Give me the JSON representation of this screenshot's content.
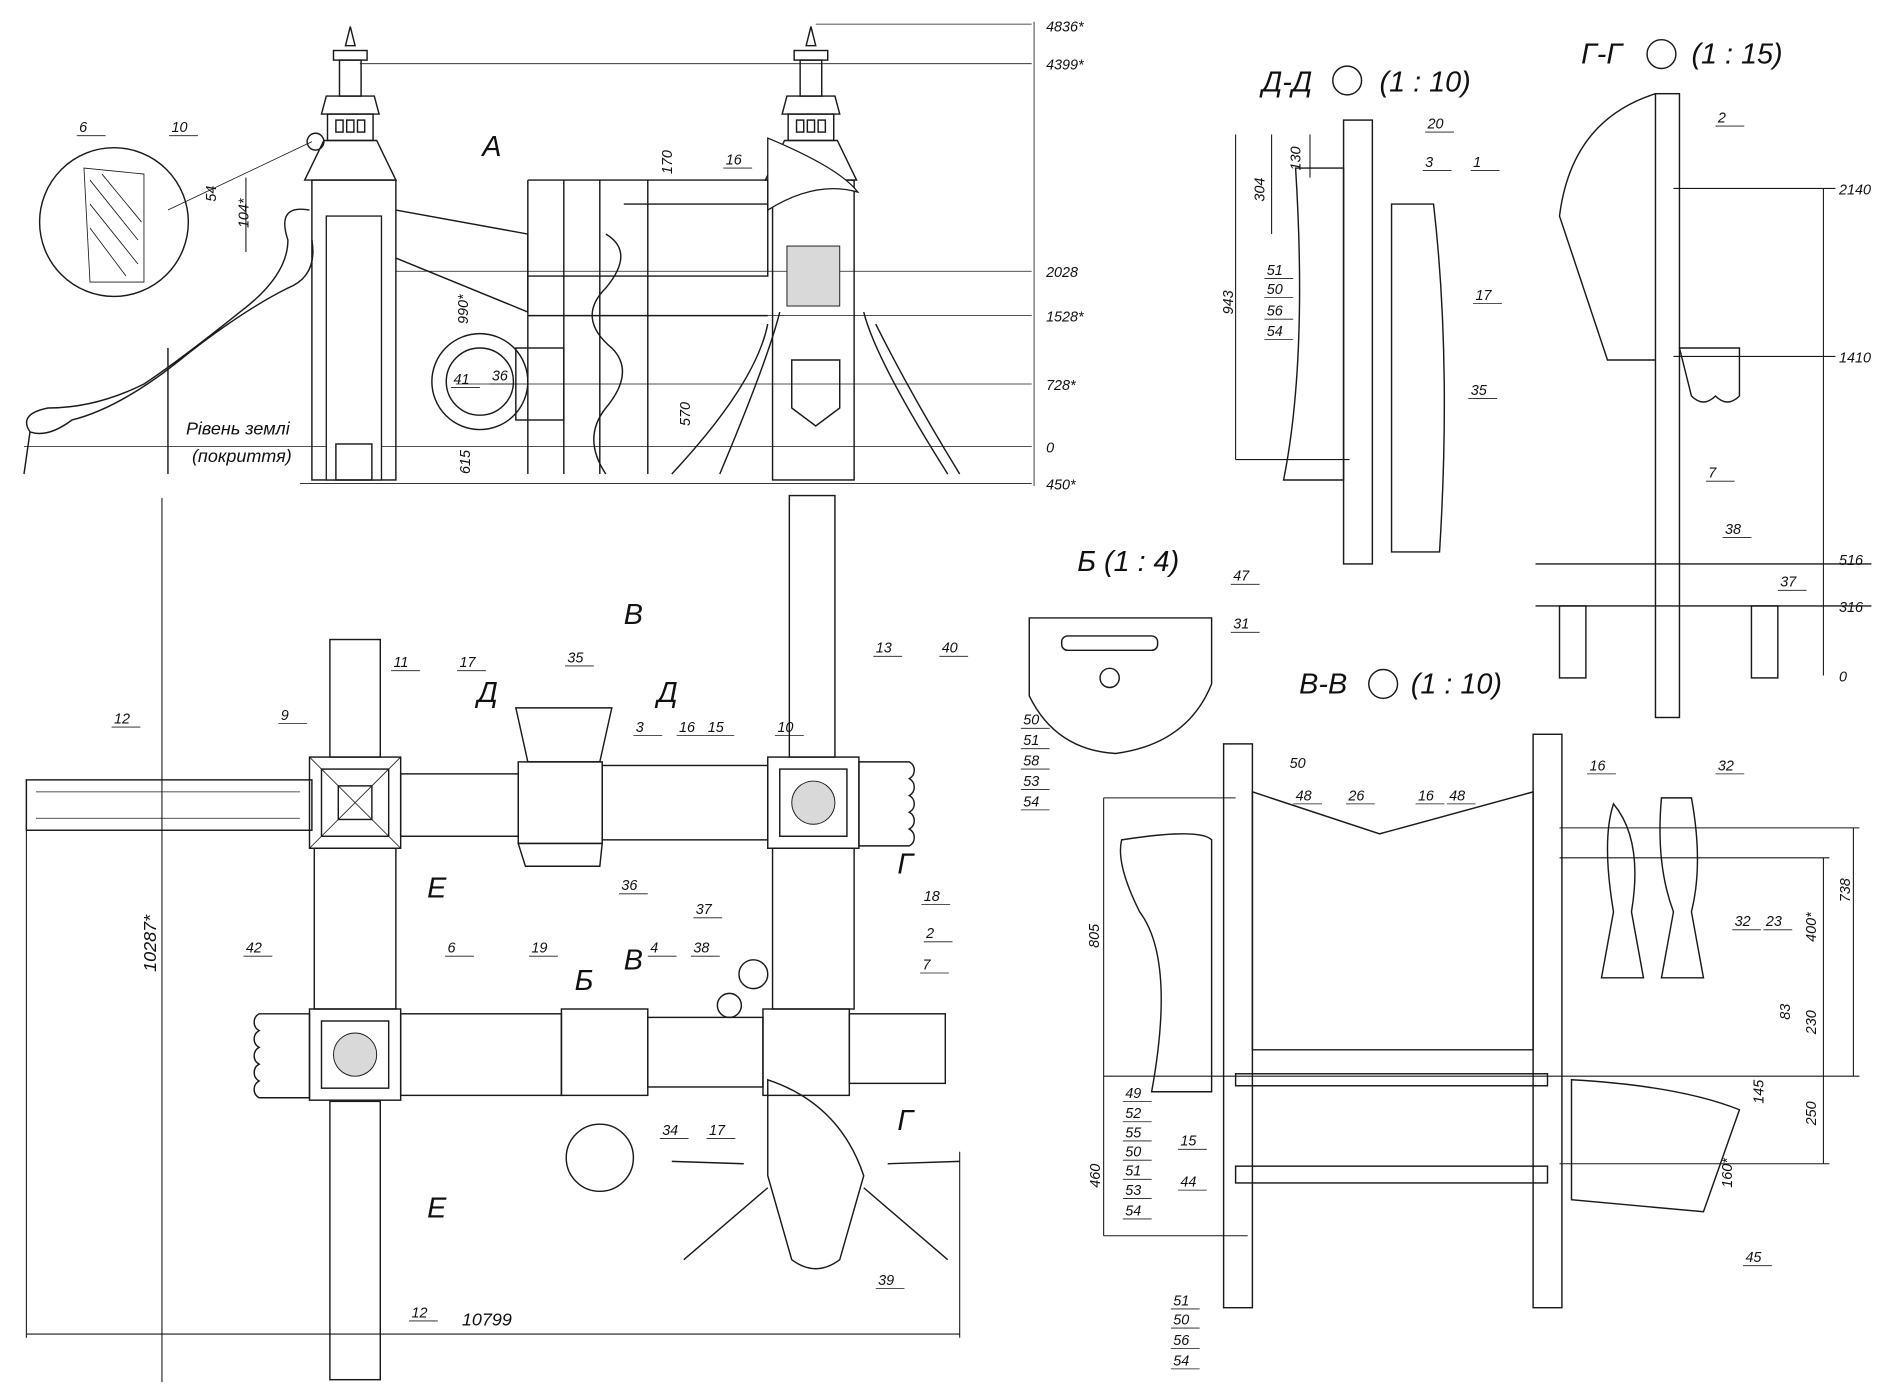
{
  "elevation": {
    "view_mark": "А",
    "callouts": [
      "6",
      "10",
      "16",
      "41",
      "36"
    ],
    "dims": [
      "54",
      "104*",
      "170",
      "990*",
      "615",
      "570"
    ],
    "levels": [
      "4836*",
      "4399*",
      "2028",
      "1528*",
      "728*",
      "0",
      "450*"
    ],
    "ground": [
      "Рівень землі",
      "(покриття)"
    ]
  },
  "plan": {
    "callouts": [
      "12",
      "11",
      "9",
      "17",
      "35",
      "3",
      "16",
      "15",
      "10",
      "13",
      "40",
      "36",
      "42",
      "6",
      "19",
      "4",
      "37",
      "38",
      "18",
      "2",
      "7",
      "34",
      "17",
      "12",
      "39"
    ],
    "section_marks": [
      "В",
      "Д",
      "Д",
      "Е",
      "В",
      "Б",
      "Е",
      "Г",
      "Г"
    ],
    "dims": [
      "10287*",
      "10799"
    ]
  },
  "section_dd": {
    "title": "Д-Д",
    "scale": "(1 : 10)",
    "callouts": [
      "20",
      "3",
      "1",
      "17",
      "35"
    ],
    "stack": [
      "51",
      "50",
      "56",
      "54"
    ],
    "dims": [
      "130",
      "304",
      "943"
    ]
  },
  "section_gg": {
    "title": "Г-Г",
    "scale": "(1 : 15)",
    "callouts": [
      "2",
      "7",
      "38",
      "37"
    ],
    "levels": [
      "2140",
      "1410",
      "516",
      "316",
      "0"
    ]
  },
  "detail_b": {
    "title": "Б (1 : 4)",
    "callouts": [
      "47",
      "31"
    ],
    "stack": [
      "50",
      "51",
      "58",
      "53",
      "54"
    ]
  },
  "section_vv": {
    "title": "В-В",
    "scale": "(1 : 10)",
    "callouts": [
      "48",
      "26",
      "16",
      "48",
      "16",
      "32",
      "32",
      "23",
      "15",
      "44",
      "45"
    ],
    "dims": [
      "50",
      "805",
      "738",
      "400*",
      "230",
      "83",
      "145",
      "250",
      "460",
      "160*"
    ],
    "stack1": [
      "49",
      "52",
      "55",
      "50",
      "51",
      "53",
      "54"
    ],
    "stack2": [
      "51",
      "50",
      "56",
      "54"
    ]
  }
}
